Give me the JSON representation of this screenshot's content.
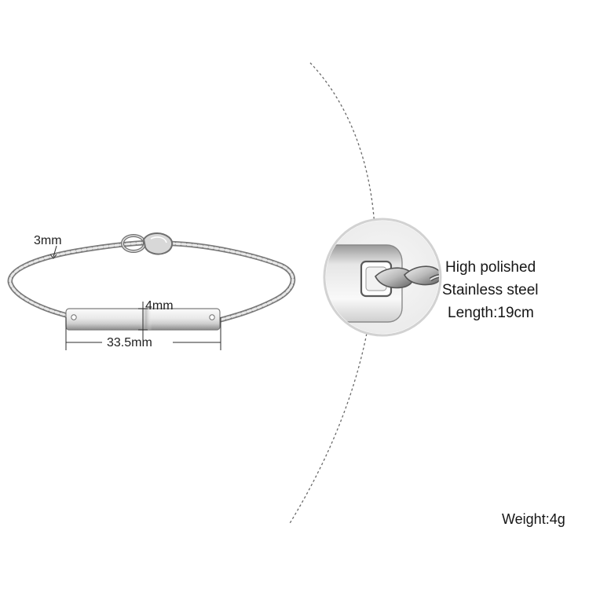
{
  "dimensions": {
    "chain_width": "3mm",
    "plate_height": "4mm",
    "plate_length": "33.5mm"
  },
  "specs": {
    "line1": "High polished",
    "line2": "Stainless steel",
    "line3": "Length:19cm"
  },
  "weight": "Weight:4g",
  "colors": {
    "steel_light": "#f4f4f4",
    "steel_mid": "#c8c8c8",
    "steel_dark": "#6f6f6f",
    "dashed_line": "#6a6a6a",
    "text": "#161616"
  }
}
